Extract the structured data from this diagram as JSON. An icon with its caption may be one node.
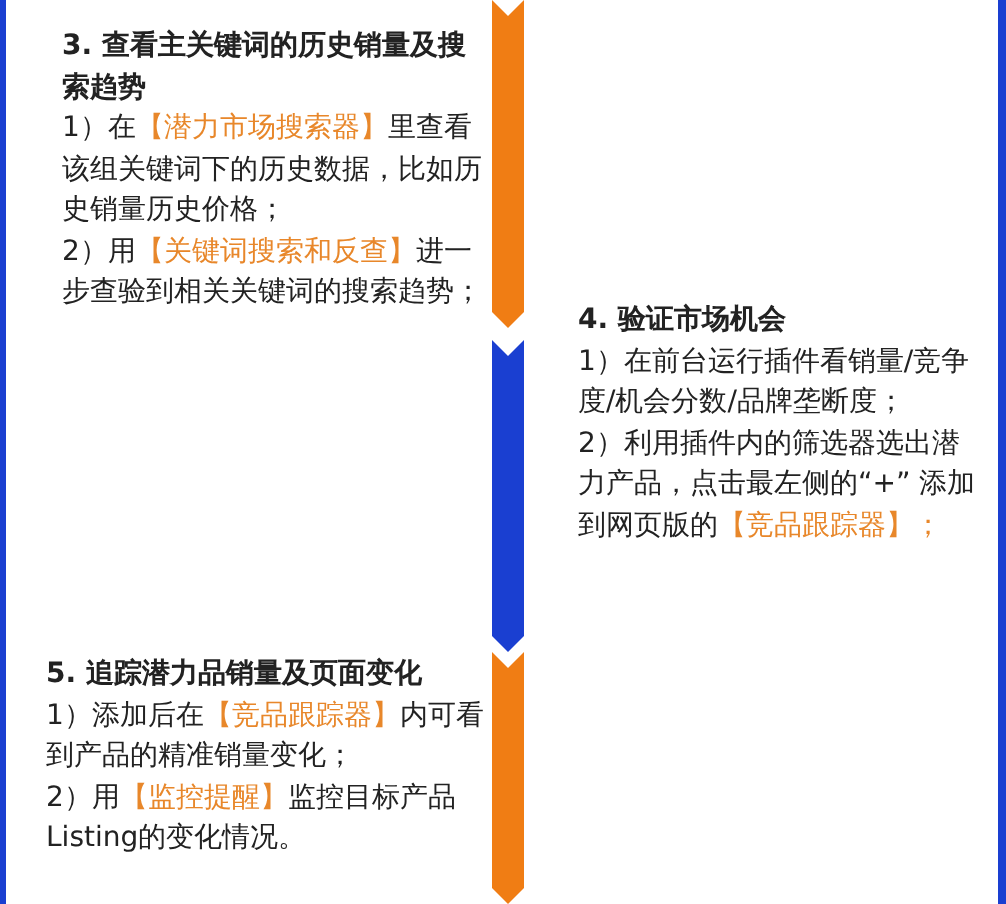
{
  "diagram": {
    "nodes": [
      {
        "text": [
          "3. 查看主关键词的历史销量及搜索趋势",
          "1）在**【潜力市场搜索器】**里查看该组关键词下的历史数据，比如历史销量历史价格；",
          "2）用**【关键词搜索和反查】**进一步查验到相关关键词的搜索趋势；"
        ]
      },
      {
        "text": [
          "4. 验证市场机会",
          "1）在前台运行插件看销量/竞争度/机会分数/品牌垄断度；",
          "2）利用插件内的筛选器选出潜力产品，点击最左侧的“+” 添加到网页版的**【竞品跟踪器】；**"
        ]
      },
      {
        "text": [
          "5. 追踪潜力品销量及页面变化",
          "1）添加后在**【竞品跟踪器】**内可看到产品的精准销量变化；",
          "2）用**【监控提醒】**监控目标产品Listing的变化情况。"
        ]
      }
    ]
  }
}
